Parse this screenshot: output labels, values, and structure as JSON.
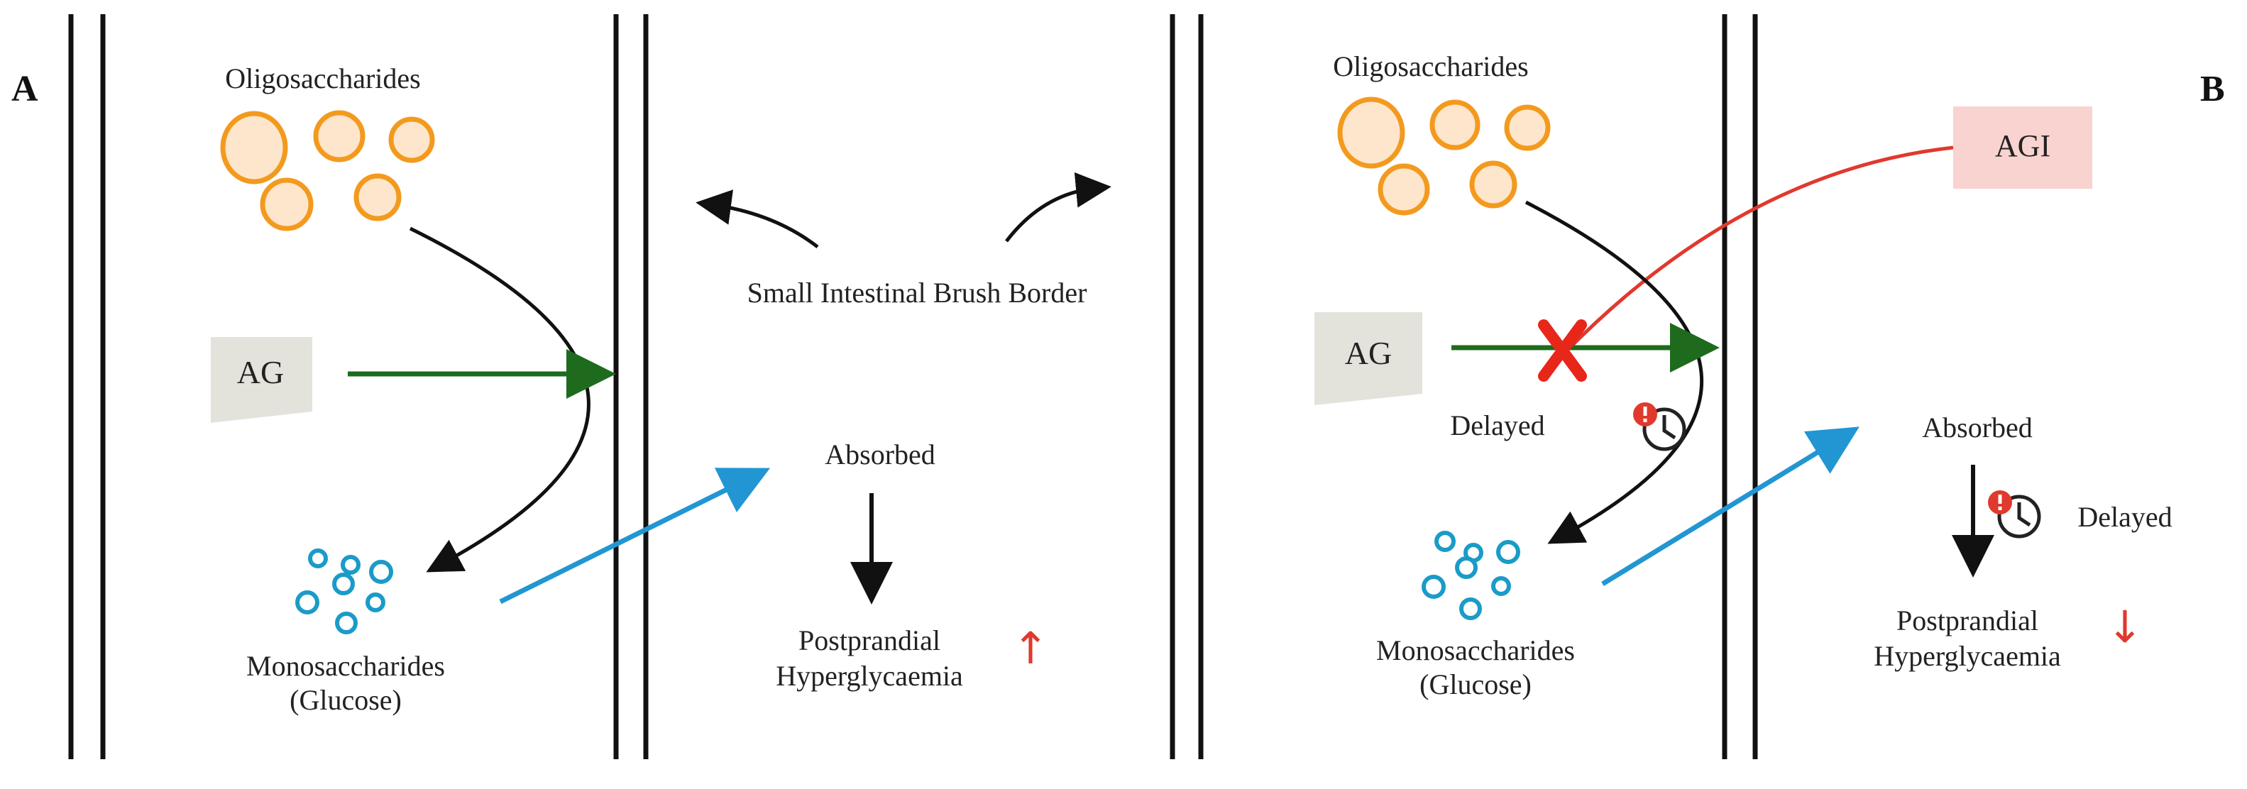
{
  "panel_a": {
    "letter": "A",
    "oligosaccharides_label": "Oligosaccharides",
    "enzyme_label": "AG",
    "brush_border_label": "Small Intestinal Brush Border",
    "absorbed_label": "Absorbed",
    "outcome_line1": "Postprandial",
    "outcome_line2": "Hyperglycaemia",
    "outcome_arrow": "↑",
    "monosaccharides_line1": "Monosaccharides",
    "monosaccharides_line2": "(Glucose)"
  },
  "panel_b": {
    "letter": "B",
    "oligosaccharides_label": "Oligosaccharides",
    "inhibitor_label": "AGI",
    "enzyme_label": "AG",
    "delayed_label_1": "Delayed",
    "absorbed_label": "Absorbed",
    "delayed_label_2": "Delayed",
    "outcome_line1": "Postprandial",
    "outcome_line2": "Hyperglycaemia",
    "outcome_arrow": "↓",
    "monosaccharides_line1": "Monosaccharides",
    "monosaccharides_line2": "(Glucose)"
  },
  "colors": {
    "oligo_fill": "#fde6cc",
    "oligo_stroke": "#f39a1e",
    "mono_stroke": "#1a9bc8",
    "enzyme_box": "#e3e2db",
    "inhibitor_box": "#f9d3d0",
    "enzyme_arrow": "#1e6b1e",
    "absorb_arrow": "#2196d3",
    "inhibit_line": "#e0392d",
    "cross": "#e8261a",
    "up_down_arrow": "#e0392d",
    "alert": "#e0392d"
  },
  "icons": [
    "clock-alert-icon",
    "cross-icon"
  ]
}
